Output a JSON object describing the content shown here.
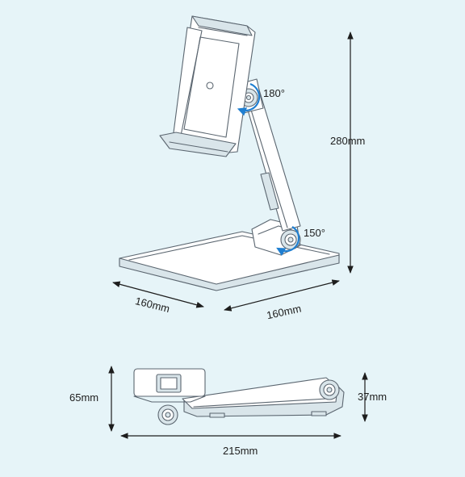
{
  "colors": {
    "background": "#e6f4f8",
    "outline": "#5b6670",
    "accent_blue": "#1f7fd1",
    "dimension_line": "#1d1d1d"
  },
  "labels": {
    "rotation_top": "180°",
    "rotation_bottom": "150°",
    "height_total": "280mm",
    "base_depth": "160mm",
    "base_width": "160mm",
    "folded_height": "65mm",
    "folded_height_end": "37mm",
    "folded_length": "215mm"
  },
  "icons": {
    "rotation_arrow_top": "rotate-arrow-icon",
    "rotation_arrow_bottom": "rotate-arrow-icon"
  }
}
